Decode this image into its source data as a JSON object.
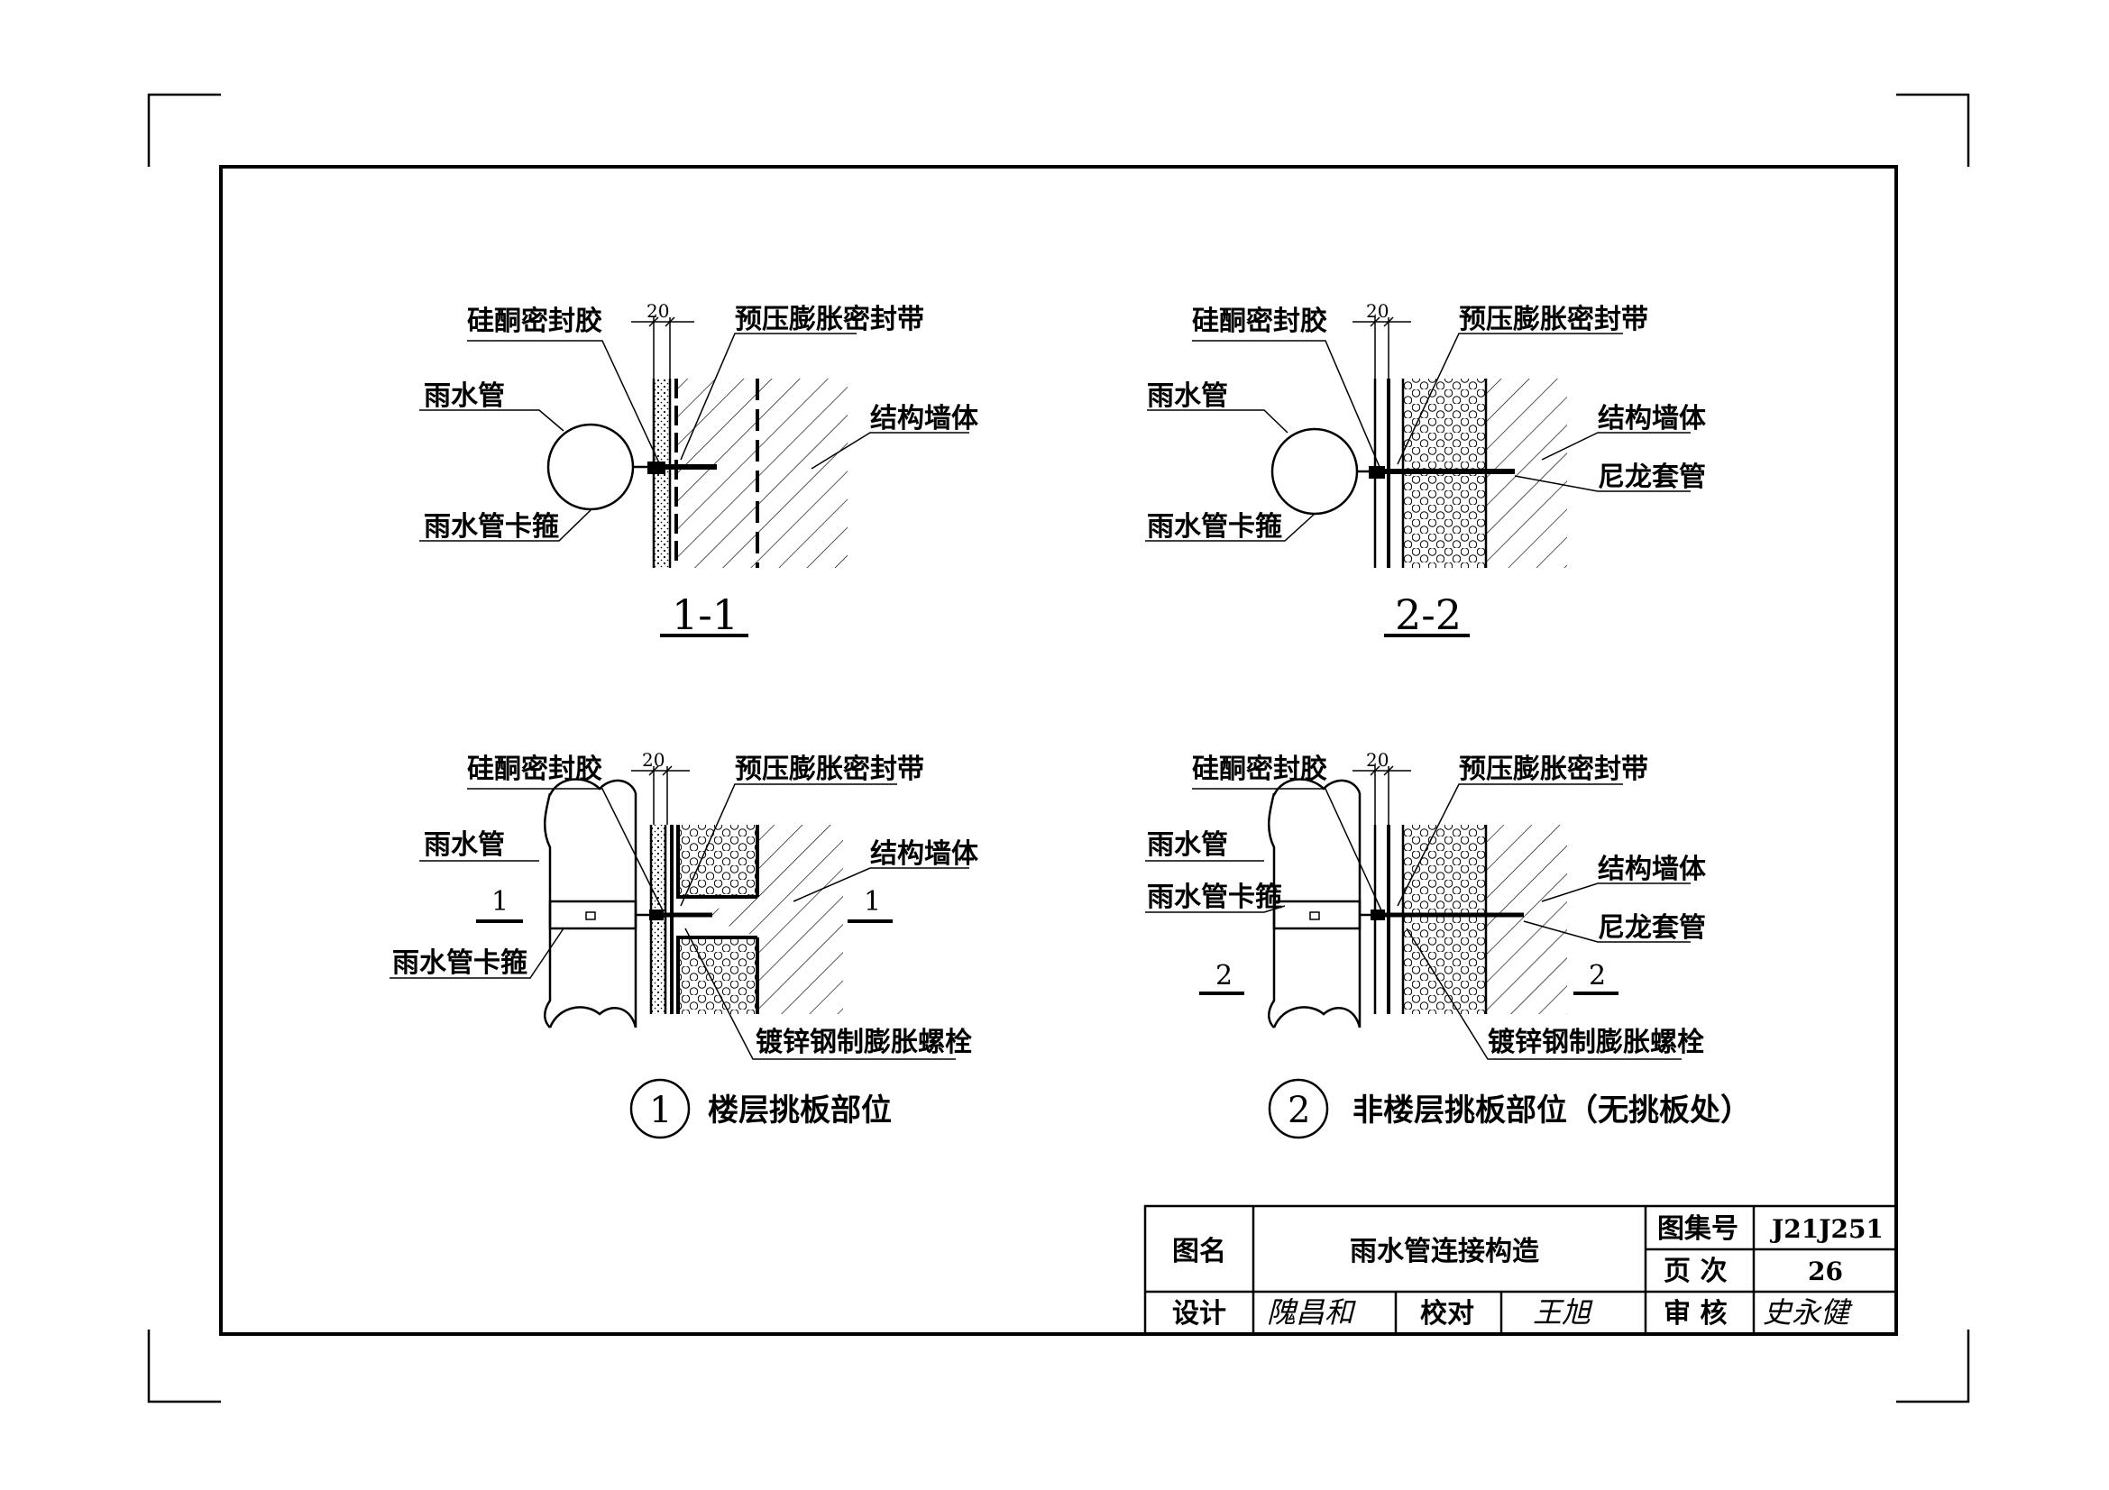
{
  "labels": {
    "sealant": "硅酮密封胶",
    "sealing_tape": "预压膨胀密封带",
    "rain_pipe": "雨水管",
    "pipe_clamp": "雨水管卡箍",
    "structural_wall": "结构墙体",
    "nylon_sleeve": "尼龙套管",
    "expansion_bolt": "镀锌钢制膨胀螺栓",
    "dim_20": "20"
  },
  "sections": {
    "s1": "1-1",
    "s2": "2-2",
    "cut1": "1",
    "cut2": "2"
  },
  "details": {
    "d1": {
      "number": "1",
      "caption": "楼层挑板部位"
    },
    "d2": {
      "number": "2",
      "caption": "非楼层挑板部位（无挑板处）"
    }
  },
  "title_block": {
    "name_label": "图名",
    "name_value": "雨水管连接构造",
    "atlas_label": "图集号",
    "atlas_value": "J21J251",
    "page_label": "页 次",
    "page_value": "26",
    "design_label": "设计",
    "design_sign": "隗昌和",
    "check_label": "校对",
    "check_sign": "王旭",
    "review_label": "审 核",
    "review_sign": "史永健"
  }
}
